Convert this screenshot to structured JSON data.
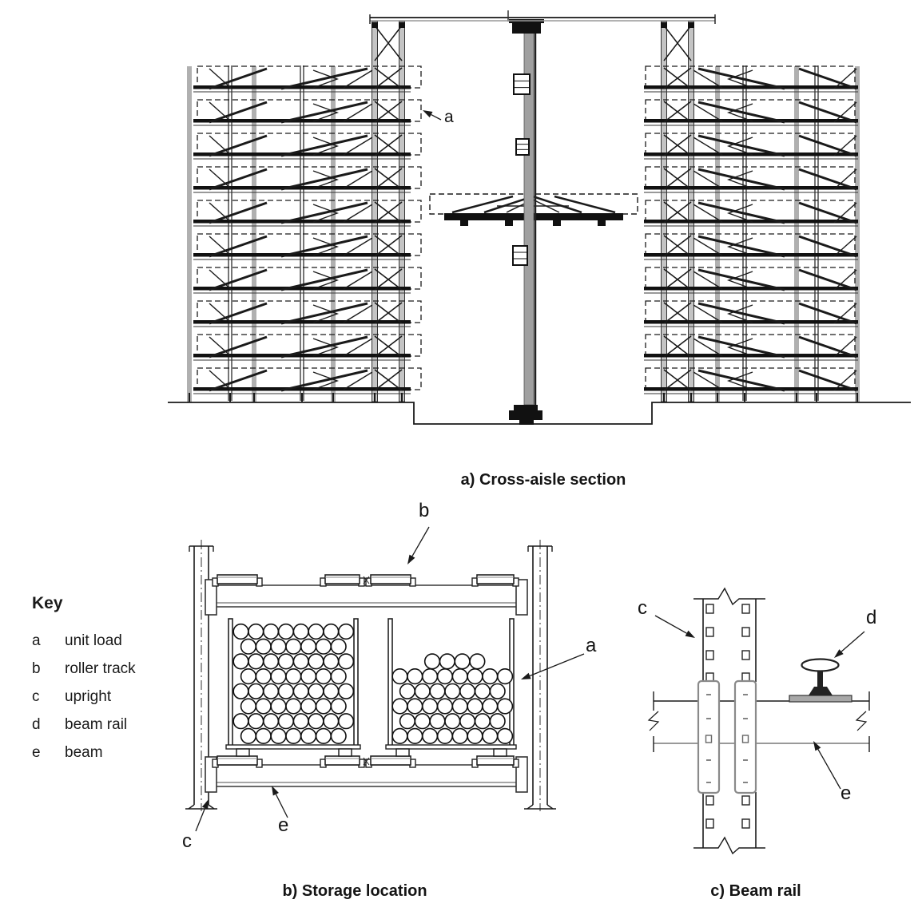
{
  "figure": {
    "type": "technical-diagram",
    "subject": "rail-dependent storage equipment racking"
  },
  "colors": {
    "line": "#1a1a1a",
    "beam": "#111111",
    "gray_col": "#b0b0b0",
    "tower": "#c4c4c4",
    "gray_line": "#999999",
    "sleeve": "#8a8a8a",
    "plate": "#a8a8a8"
  },
  "diagram_a": {
    "caption": "a) Cross-aisle section",
    "labels": {
      "a": "a"
    }
  },
  "diagram_b": {
    "caption": "b) Storage location",
    "labels": {
      "b": "b",
      "a": "a",
      "c": "c",
      "e": "e"
    }
  },
  "diagram_c": {
    "caption": "c) Beam rail",
    "labels": {
      "c": "c",
      "d": "d",
      "e": "e"
    }
  },
  "key": {
    "title": "Key",
    "entries": [
      {
        "letter": "a",
        "term": "unit load"
      },
      {
        "letter": "b",
        "term": "roller track"
      },
      {
        "letter": "c",
        "term": "upright"
      },
      {
        "letter": "d",
        "term": "beam rail"
      },
      {
        "letter": "e",
        "term": "beam"
      }
    ]
  }
}
